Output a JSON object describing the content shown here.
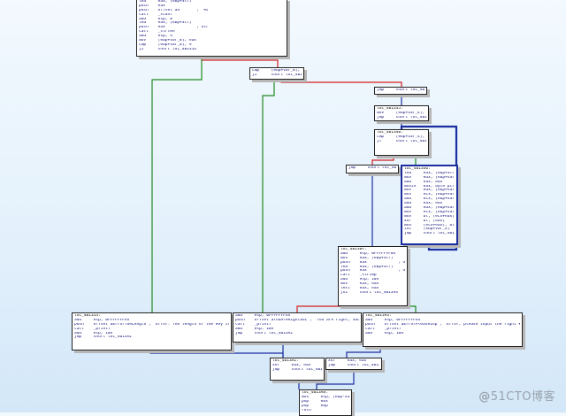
{
  "blocks": {
    "b1": {
      "lines": [
        "lea     eax, [ebp+Str]",
        "push    eax",
        "push    offset aS       ; \"%s\"",
        "call    _scanf",
        "add     esp, 8",
        "lea     eax, [ebp+Str]",
        "push    eax             ; Str",
        "call    _strlen",
        "add     esp, 4",
        "mov     [ebp+var_8], eax",
        "cmp     [ebp+var_8], 9",
        "jz      short loc_401314"
      ]
    },
    "b2": {
      "lines": [
        "cmp     [ebp+var_8], 5h",
        "jz      short loc_40132B"
      ]
    },
    "b3": {
      "lines": [
        "jmp     short loc_401335"
      ]
    },
    "b4": {
      "lines": [
        "loc_401335:",
        "mov     [ebp+var_4], 0",
        "jmp     short loc_401340"
      ]
    },
    "b5": {
      "lines": [
        "loc_401340:",
        "cmp     [ebp+var_4], 8",
        "jl      short loc_401346"
      ]
    },
    "b6": {
      "lines": [
        "jmp     short loc_40136F"
      ]
    },
    "b7": {
      "lines": [
        "loc_401346:",
        "lea     eax, [ebp+Str]",
        "mov     edx, [ebp+var_4]",
        "add     eax, edx",
        "movzx   eax, byte ptr [eax]",
        "mov     edx, [ebp+var_4]",
        "mov     ecx, [ebp+var_4]",
        "add     ecx, [ebp+var_4]",
        "add     eax, edx",
        "add     eax, [ebp+var_4]",
        "mov     ecx, [ebp+var_4]",
        "mov     bl, [ecx+eax]",
        "xor     bl, [eax]",
        "mov     [ecx+eax], bl",
        "inc     [ebp+var_4]",
        "jmp     short loc_401340"
      ]
    },
    "b8": {
      "lines": [
        "loc_40136F:",
        "add     esp, 0FFFFFFF0h",
        "mov     eax, [ebp+Str]",
        "push    eax             ; Str2",
        "lea     eax, [ebp+Str]",
        "push    eax             ; Str1",
        "call    _strcmp",
        "add     esp, 10h",
        "mov     eax, eax",
        "test    eax, eax",
        "jnz     short loc_401393"
      ]
    },
    "b9": {
      "lines": [
        "loc_401314:",
        "add     esp, 0FFFFFFF4h",
        "push    offset aErrorTheLength ; \"Error: The length of the key is error!\"",
        "call    _printf",
        "add     esp, 10h",
        "jmp     short loc_4013A2"
      ]
    },
    "b10": {
      "lines": [
        "add     esp, 0FFFFFFF4h",
        "push    offset aYouAreRightSuc ; \"You are right, Success.\\n\"",
        "call    _printf",
        "add     esp, 10h",
        "jmp     short loc_4013A2"
      ]
    },
    "b11": {
      "lines": [
        "loc_401393:",
        "add     esp, 0FFFFFFF4h",
        "push    offset aErrorPleaseInp ; \"Error, please input the right key!\\n\"",
        "call    _printf",
        "add     esp, 10h"
      ]
    },
    "b12": {
      "lines": [
        "loc_4013A2:",
        "xor     eax, eax",
        "jmp     short loc_4013A8"
      ]
    },
    "b13": {
      "lines": [
        "xor     eax, eax",
        "jmp     short loc_4013A8"
      ]
    },
    "b14": {
      "lines": [
        "loc_4013A8:",
        "mov     esp, [ebp-var]",
        "pop     ebx",
        "pop     ebp",
        "retn"
      ]
    }
  },
  "colors": {
    "true_edge": "#1f8a1f",
    "false_edge": "#d21f1f",
    "jump_edge": "#1b2ea0",
    "node_border": "#222222"
  },
  "watermark": {
    "at": "@",
    "text": "51CTO博客"
  }
}
